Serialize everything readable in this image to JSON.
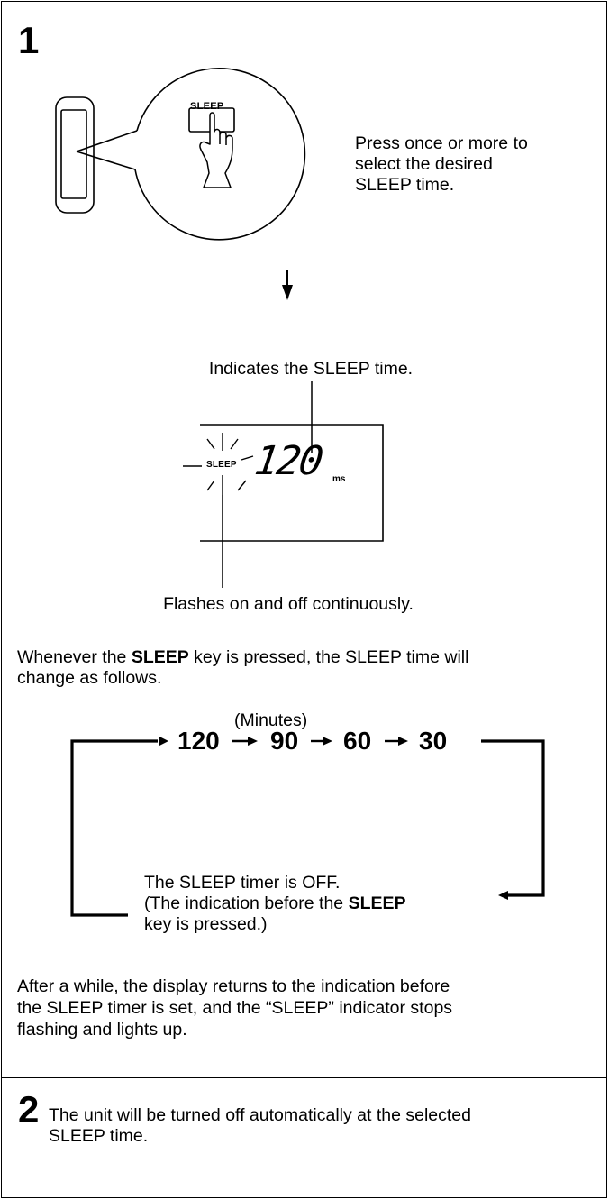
{
  "step1": {
    "number": "1",
    "remote_button_label": "SLEEP",
    "instruction": [
      "Press once or more to",
      "select the desired",
      "SLEEP time."
    ],
    "display_caption_top": "Indicates the SLEEP time.",
    "display_sleep_label": "SLEEP",
    "display_value": "120",
    "display_unit": "ms",
    "display_caption_bottom": "Flashes on and off continuously.",
    "change_text": {
      "line1_pre": "Whenever the ",
      "line1_bold": "SLEEP",
      "line1_post": " key is pressed, the SLEEP time will",
      "line2": "change as follows."
    },
    "cycle": {
      "unit_label": "(Minutes)",
      "values": [
        "120",
        "90",
        "60",
        "30"
      ],
      "off_line1": "The SLEEP timer is OFF.",
      "off_line2_pre": "(The indication before the ",
      "off_line2_bold": "SLEEP",
      "off_line3": "key is pressed.)"
    },
    "after_text": [
      "After a while, the display returns to the indication before",
      "the SLEEP timer is set, and the “SLEEP” indicator stops",
      "flashing and lights up."
    ]
  },
  "step2": {
    "number": "2",
    "text": [
      "The unit will be turned off automatically at the selected",
      "SLEEP time."
    ]
  }
}
